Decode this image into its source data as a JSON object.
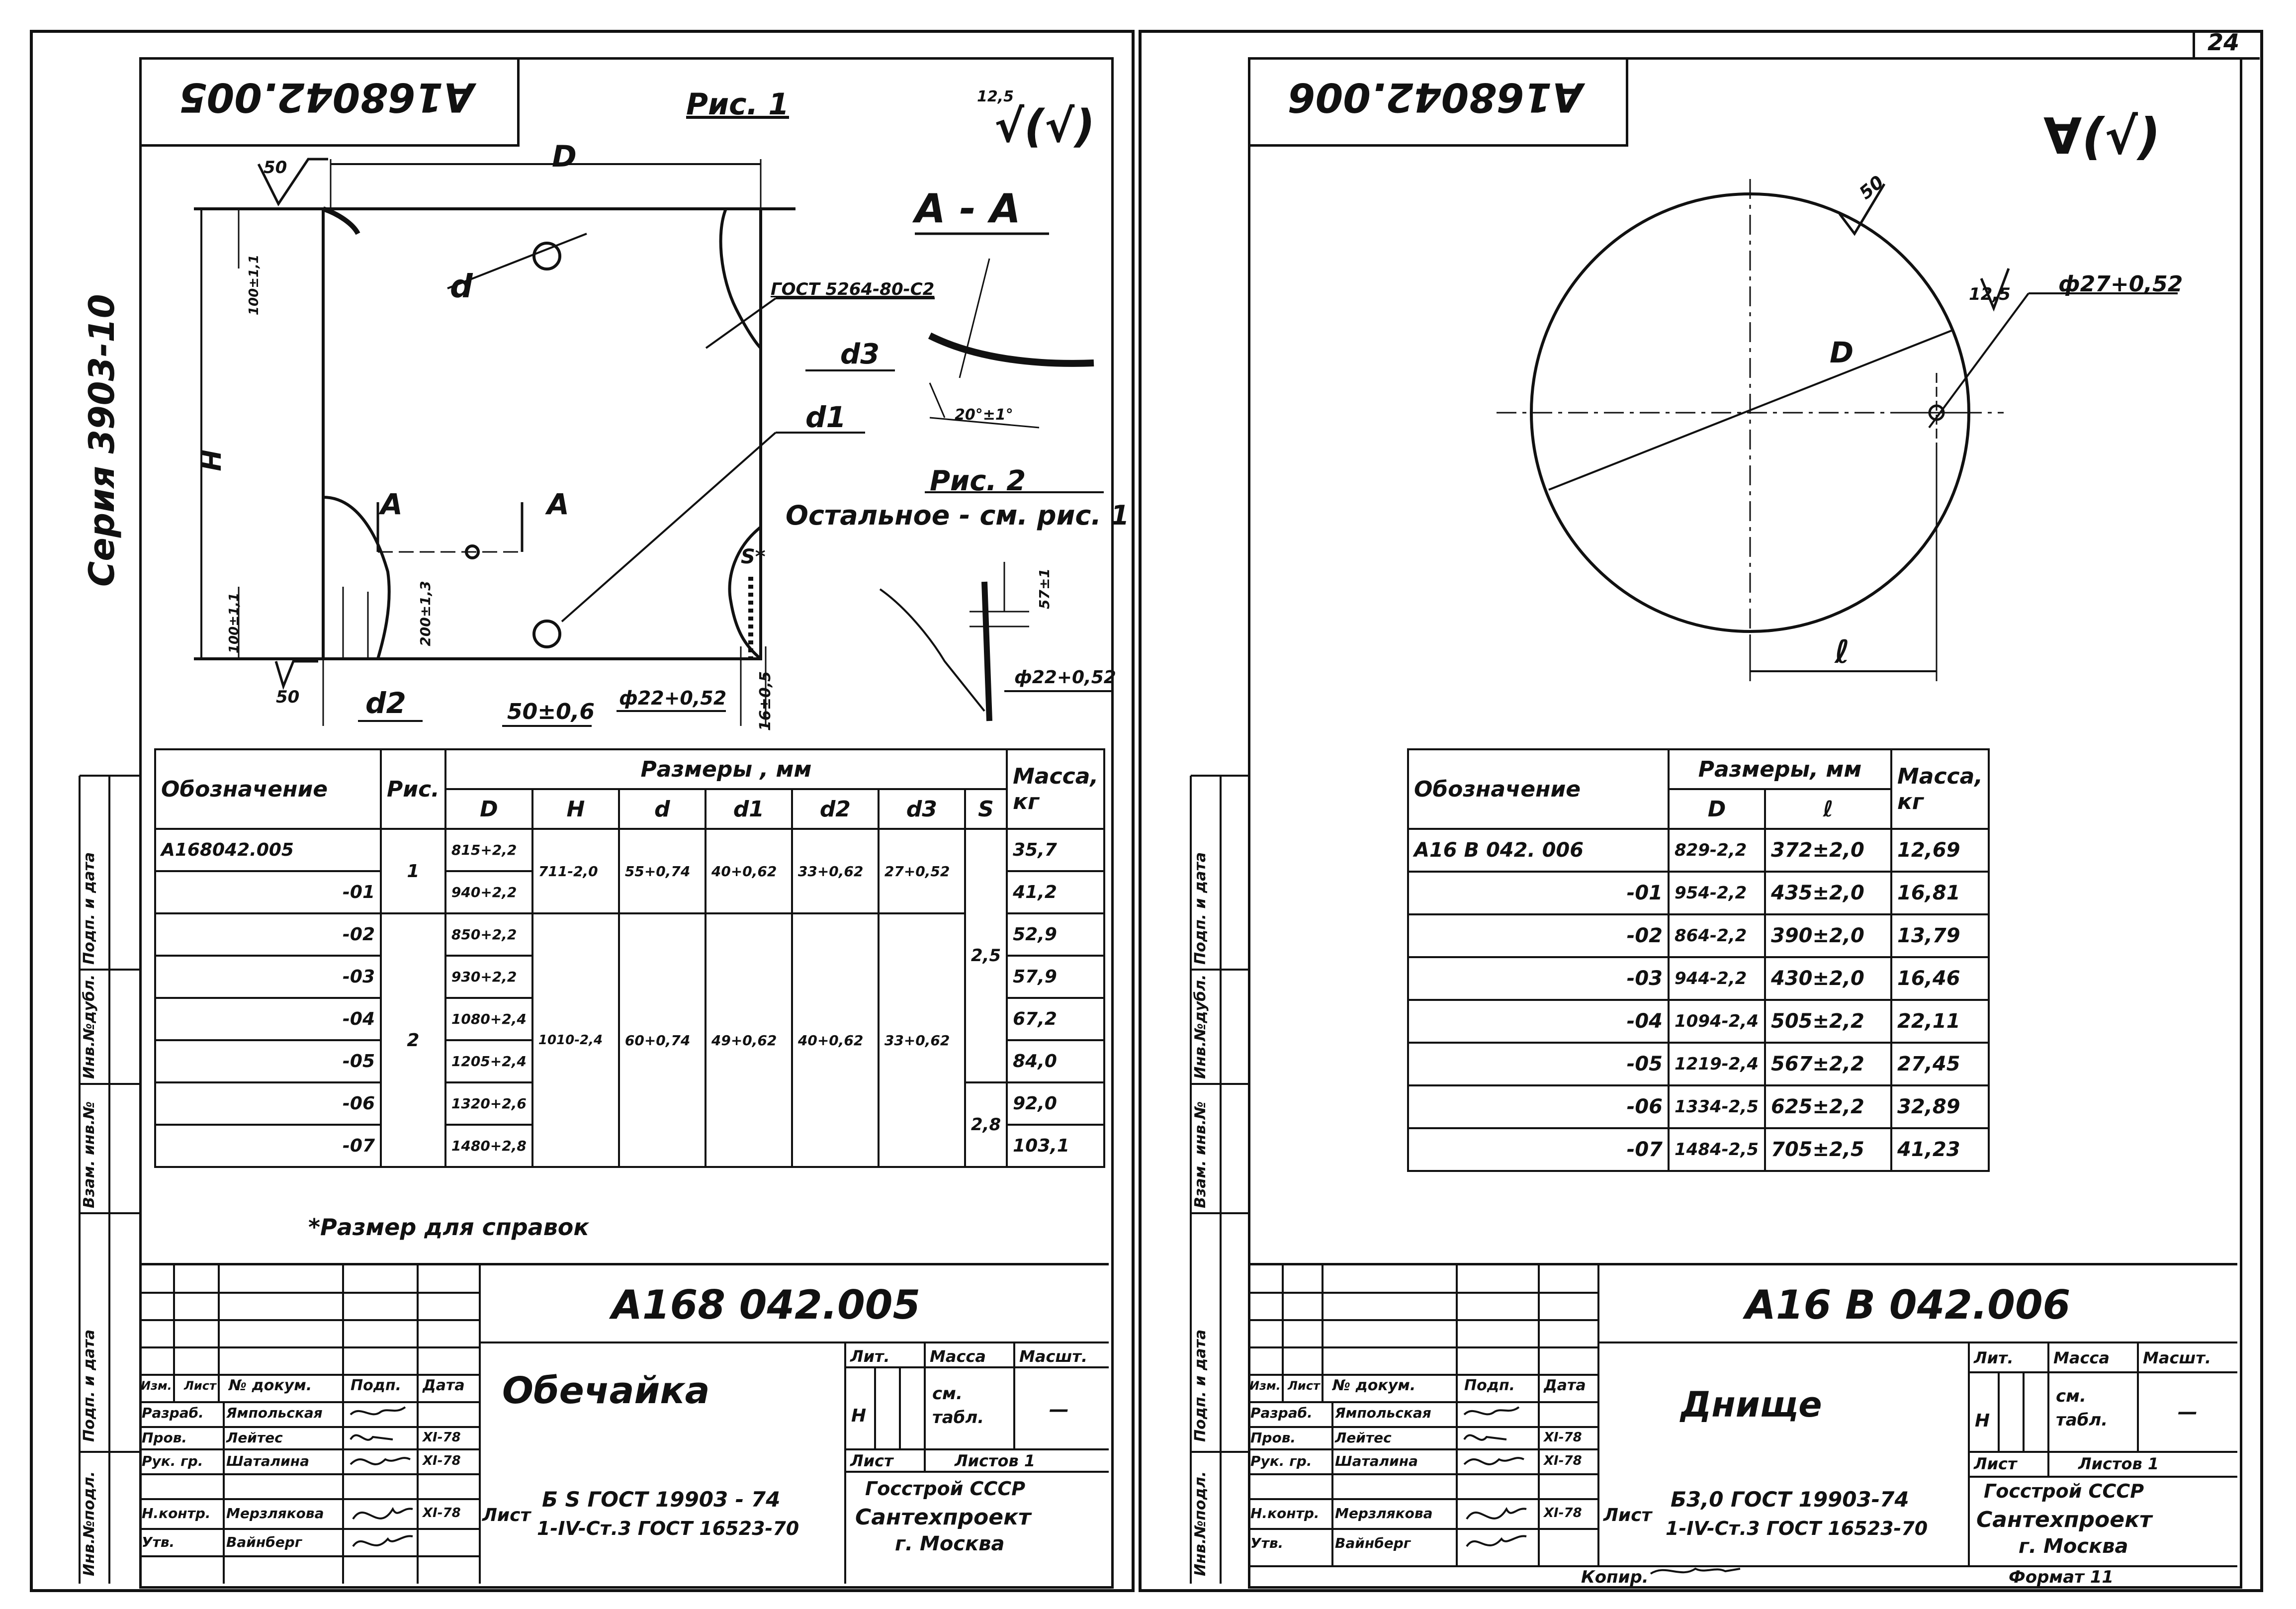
{
  "page_number": "24",
  "left": {
    "code_top": "А168042.005",
    "fig1": "Рис. 1",
    "roughness": "12,5",
    "roughness_mark": "√(√)",
    "series": "Серия 3903-10",
    "section": "А - А",
    "fig2": "Рис. 2",
    "fig2_note": "Остальное - см. рис. 1",
    "weld": "ГОСТ 5264-80-С2",
    "labels": {
      "D": "D",
      "H": "H",
      "d": "d",
      "d1": "d1",
      "d2": "d2",
      "d3": "d3",
      "A1": "A",
      "A2": "A",
      "s": "S*",
      "r50a": "50",
      "r50b": "50",
      "dim100a": "100±1,1",
      "dim100b": "100±1,1",
      "dim200": "200±1,3",
      "dim50": "50±0,6",
      "phi22": "ф22+0,52",
      "dim16": "16±0,5",
      "angle": "20°±1°",
      "dim57": "57±1",
      "phi22b": "ф22+0,52"
    },
    "table": {
      "h_designation": "Обозначение",
      "h_fig": "Рис.",
      "h_sizes": "Размеры , мм",
      "h_mass": "Масса, кг",
      "cols": [
        "D",
        "H",
        "d",
        "d1",
        "d2",
        "d3",
        "S"
      ],
      "rows": [
        {
          "des": "А168042.005",
          "D": "815+2,2",
          "mass": "35,7"
        },
        {
          "des": "-01",
          "D": "940+2,2",
          "mass": "41,2"
        },
        {
          "des": "-02",
          "D": "850+2,2",
          "mass": "52,9"
        },
        {
          "des": "-03",
          "D": "930+2,2",
          "mass": "57,9"
        },
        {
          "des": "-04",
          "D": "1080+2,4",
          "mass": "67,2"
        },
        {
          "des": "-05",
          "D": "1205+2,4",
          "mass": "84,0"
        },
        {
          "des": "-06",
          "D": "1320+2,6",
          "mass": "92,0"
        },
        {
          "des": "-07",
          "D": "1480+2,8",
          "mass": "103,1"
        }
      ],
      "g1": {
        "fig": "1",
        "H": "711-2,0",
        "d": "55+0,74",
        "d1": "40+0,62",
        "d2": "33+0,62",
        "d3": "27+0,52"
      },
      "g2": {
        "fig": "2",
        "H": "1010-2,4",
        "d": "60+0,74",
        "d1": "49+0,62",
        "d2": "40+0,62",
        "d3": "33+0,62"
      },
      "s1": "2,5",
      "s2": "2,8",
      "note": "*Размер для справок"
    },
    "stamp": {
      "code": "А168 042.005",
      "name": "Обечайка",
      "lit": "Лит.",
      "mass": "Масса",
      "scale": "Масшт.",
      "mass_val": "см. табл.",
      "scale_val": "—",
      "n": "Н",
      "sheet": "Лист",
      "sheets": "Листов 1",
      "material_lbl": "Лист",
      "material1": "Б S ГОСТ 19903 - 74",
      "material2": "1-IV-Ст.3 ГОСТ 16523-70",
      "org1": "Госстрой СССР",
      "org2": "Сантехпроект",
      "org3": "г. Москва",
      "h_izm": "Изм.",
      "h_list": "Лист",
      "h_doc": "№ докум.",
      "h_sign": "Подп.",
      "h_date": "Дата",
      "roles": [
        {
          "role": "Разраб.",
          "name": "Ямпольская",
          "date": ""
        },
        {
          "role": "Пров.",
          "name": "Лейтес",
          "date": "XI-78"
        },
        {
          "role": "Рук. гр.",
          "name": "Шаталина",
          "date": "XI-78"
        },
        {
          "role": "Н.контр.",
          "name": "Мерзлякова",
          "date": "XI-78"
        },
        {
          "role": "Утв.",
          "name": "Вайнберг",
          "date": ""
        }
      ],
      "side_labels": [
        "Инв.№подл.",
        "Подп. и дата",
        "Взам. инв.№",
        "Инв.№дубл.",
        "Подп. и дата"
      ]
    }
  },
  "right": {
    "code_top": "А168042.006",
    "roughness_mark": "∀(√)",
    "r50": "50",
    "r125": "12,5",
    "phi27": "ф27+0,52",
    "D": "D",
    "l": "ℓ",
    "table": {
      "h_designation": "Обозначение",
      "h_sizes": "Размеры, мм",
      "h_mass": "Масса, кг",
      "cols": [
        "D",
        "ℓ"
      ],
      "rows": [
        {
          "des": "А16 В 042. 006",
          "D": "829-2,2",
          "l": "372±2,0",
          "mass": "12,69"
        },
        {
          "des": "-01",
          "D": "954-2,2",
          "l": "435±2,0",
          "mass": "16,81"
        },
        {
          "des": "-02",
          "D": "864-2,2",
          "l": "390±2,0",
          "mass": "13,79"
        },
        {
          "des": "-03",
          "D": "944-2,2",
          "l": "430±2,0",
          "mass": "16,46"
        },
        {
          "des": "-04",
          "D": "1094-2,4",
          "l": "505±2,2",
          "mass": "22,11"
        },
        {
          "des": "-05",
          "D": "1219-2,4",
          "l": "567±2,2",
          "mass": "27,45"
        },
        {
          "des": "-06",
          "D": "1334-2,5",
          "l": "625±2,2",
          "mass": "32,89"
        },
        {
          "des": "-07",
          "D": "1484-2,5",
          "l": "705±2,5",
          "mass": "41,23"
        }
      ]
    },
    "stamp": {
      "code": "А16 В 042.006",
      "name": "Днище",
      "lit": "Лит.",
      "mass": "Масса",
      "scale": "Масшт.",
      "mass_val": "см. табл.",
      "scale_val": "—",
      "n": "Н",
      "sheet": "Лист",
      "sheets": "Листов 1",
      "material_lbl": "Лист",
      "material1": "Б3,0 ГОСТ 19903-74",
      "material2": "1-IV-Ст.3 ГОСТ 16523-70",
      "org1": "Госстрой СССР",
      "org2": "Сантехпроект",
      "org3": "г. Москва",
      "h_izm": "Изм.",
      "h_list": "Лист",
      "h_doc": "№ докум.",
      "h_sign": "Подп.",
      "h_date": "Дата",
      "roles": [
        {
          "role": "Разраб.",
          "name": "Ямпольская",
          "date": ""
        },
        {
          "role": "Пров.",
          "name": "Лейтес",
          "date": "XI-78"
        },
        {
          "role": "Рук. гр.",
          "name": "Шаталина",
          "date": "XI-78"
        },
        {
          "role": "Н.контр.",
          "name": "Мерзлякова",
          "date": "XI-78"
        },
        {
          "role": "Утв.",
          "name": "Вайнберг",
          "date": ""
        }
      ],
      "side_labels": [
        "Инв.№подл.",
        "Подп. и дата",
        "Взам. инв.№",
        "Инв.№дубл.",
        "Подп. и дата"
      ]
    },
    "copy": "Копир.",
    "format": "Формат 11"
  }
}
